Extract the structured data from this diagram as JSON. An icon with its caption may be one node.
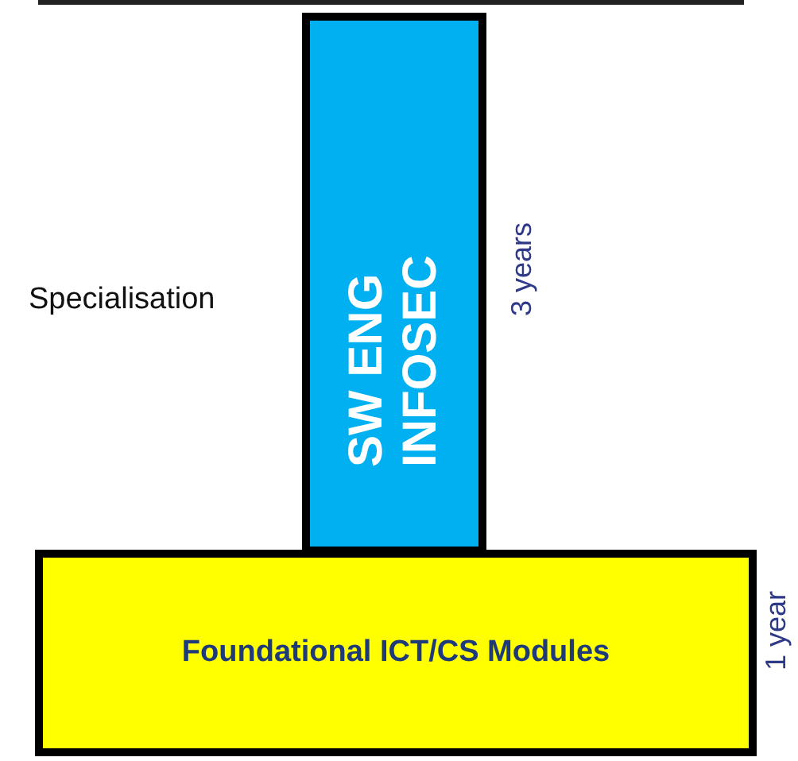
{
  "diagram": {
    "nodes": [
      {
        "text": [
          "SW ENG INFOSEC"
        ],
        "beside": [
          "3 years"
        ]
      },
      {
        "text": [
          "Foundational ICT/CS Modules"
        ],
        "beside": [
          "1 year"
        ]
      }
    ],
    "labels": [
      "Specialisation"
    ]
  }
}
